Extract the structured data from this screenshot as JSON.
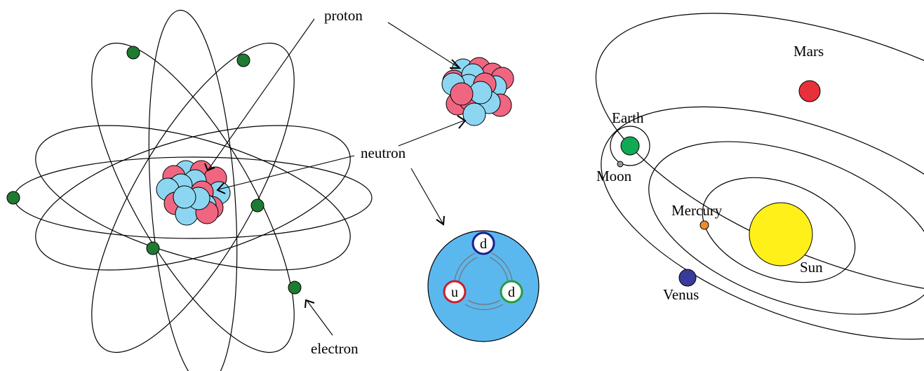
{
  "labels": {
    "proton": "proton",
    "neutron": "neutron",
    "electron": "electron",
    "mars": "Mars",
    "earth": "Earth",
    "moon": "Moon",
    "mercury": "Mercury",
    "sun": "Sun",
    "venus": "Venus",
    "quark_d1": "d",
    "quark_u": "u",
    "quark_d2": "d"
  },
  "colors": {
    "proton": "#f06680",
    "neutron": "#8dd6f2",
    "electron": "#1f7a32",
    "neutron_body": "#5bb8ef",
    "quark_down_top": "#1e1e8a",
    "quark_up": "#c8202a",
    "quark_down_right": "#2a9a40",
    "sun": "#fff01a",
    "mars": "#e8303a",
    "earth": "#10aa55",
    "moon": "#999999",
    "mercury": "#f08a30",
    "venus": "#3a3a9a"
  },
  "icons": {
    "atom": "atom-diagram",
    "nucleus": "nucleus-cluster",
    "neutron_detail": "neutron-quark-structure",
    "solar_system": "solar-system-diagram"
  }
}
